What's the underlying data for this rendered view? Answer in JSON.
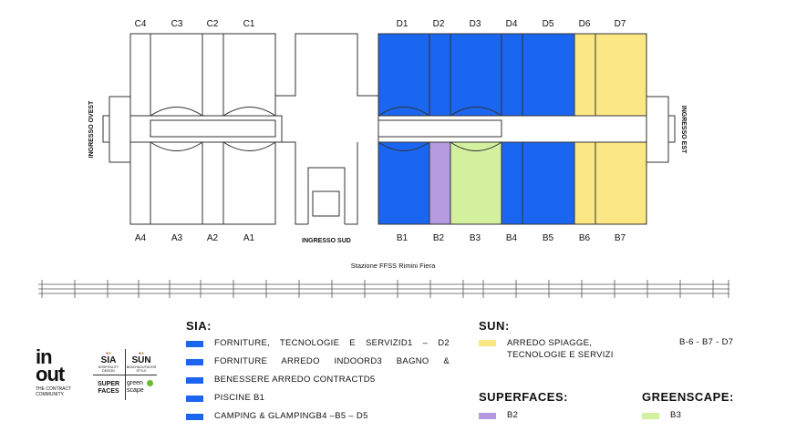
{
  "colors": {
    "blue": "#1a66f0",
    "yellow": "#fbe784",
    "purple": "#b59ae0",
    "green": "#d3f09e",
    "outline": "#333333"
  },
  "halls": {
    "top": [
      "C4",
      "C3",
      "C2",
      "C1",
      "D1",
      "D2",
      "D3",
      "D4",
      "D5",
      "D6",
      "D7"
    ],
    "bottom": [
      "A4",
      "A3",
      "A2",
      "A1",
      "B1",
      "B2",
      "B3",
      "B4",
      "B5",
      "B6",
      "B7"
    ]
  },
  "entrances": {
    "west": "INGRESSO OVEST",
    "east": "INGRESSO EST",
    "south": "INGRESSO SUD"
  },
  "station": "Stazione FFSS Rimini Fiera",
  "legend": {
    "sia": {
      "title": "SIA:",
      "items": [
        {
          "label": "FORNITURE, TECNOLOGIE E SERVIZID1 – D2",
          "color": "#1a66f0"
        },
        {
          "label": "FORNITURE ARREDO INDOORD3 BAGNO &",
          "color": "#1a66f0"
        },
        {
          "label": "BENESSERE ARREDO CONTRACTD5",
          "color": "#1a66f0"
        },
        {
          "label": "PISCINE B1",
          "color": "#1a66f0"
        },
        {
          "label": "CAMPING & GLAMPINGB4 –B5 – D5",
          "color": "#1a66f0"
        }
      ]
    },
    "sun": {
      "title": "SUN:",
      "label_line1": "ARREDO SPIAGGE,",
      "label_line2": "TECNOLOGIE E SERVIZI",
      "halls": "B-6 - B7 - D7",
      "color": "#fbe784"
    },
    "superfaces": {
      "title": "SUPERFACES:",
      "label": "B2",
      "color": "#b59ae0"
    },
    "greenscape": {
      "title": "GREENSCAPE:",
      "label": "B3",
      "color": "#d3f09e"
    }
  },
  "logos": {
    "inout_line1": "in",
    "inout_line2": "out",
    "inout_tag1": "THE CONTRACT",
    "inout_tag2": "COMMUNITY.",
    "sia": "SIA",
    "sia_sub": "HOSPITALITY DESIGN",
    "sun": "SUN",
    "sun_sub": "BEACH&OUTDOOR STYLE",
    "superfaces_1": "SUPER",
    "superfaces_2": "FACES",
    "greenscape_1": "green",
    "greenscape_2": "scape"
  }
}
